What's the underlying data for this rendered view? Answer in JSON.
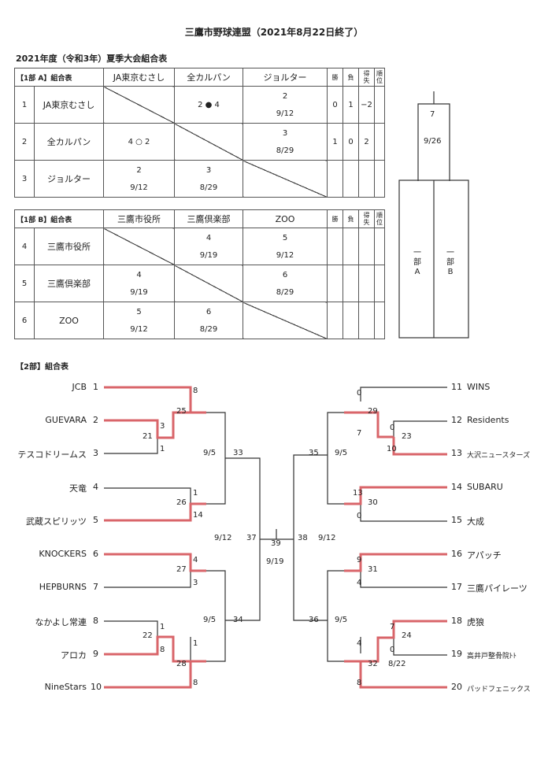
{
  "title": "三鷹市野球連盟（2021年8月22日終了）",
  "subtitle": "2021年度（令和3年）夏季大会組合表",
  "league_a": {
    "header": "【1部 A】組合表",
    "columns": [
      "JA東京むさし",
      "全カルパン",
      "ジョルター"
    ],
    "stat_headers": [
      "勝",
      "負",
      "得失",
      "順位"
    ],
    "rows": [
      {
        "no": "1",
        "team": "JA東京むさし",
        "cells": [
          null,
          "2 ● 4",
          "2|9/12"
        ],
        "win": "0",
        "loss": "1",
        "diff": "−2",
        "rank": ""
      },
      {
        "no": "2",
        "team": "全カルパン",
        "cells": [
          "4 ○ 2",
          null,
          "3|8/29"
        ],
        "win": "1",
        "loss": "0",
        "diff": "2",
        "rank": ""
      },
      {
        "no": "3",
        "team": "ジョルター",
        "cells": [
          "2|9/12",
          "3|8/29",
          null
        ],
        "win": "",
        "loss": "",
        "diff": "",
        "rank": ""
      }
    ]
  },
  "league_b": {
    "header": "【1部 B】組合表",
    "columns": [
      "三鷹市役所",
      "三鷹倶楽部",
      "ZOO"
    ],
    "stat_headers": [
      "勝",
      "負",
      "得失",
      "順位"
    ],
    "rows": [
      {
        "no": "4",
        "team": "三鷹市役所",
        "cells": [
          null,
          "4|9/19",
          "5|9/12"
        ],
        "win": "",
        "loss": "",
        "diff": "",
        "rank": ""
      },
      {
        "no": "5",
        "team": "三鷹倶楽部",
        "cells": [
          "4|9/19",
          null,
          "6|8/29"
        ],
        "win": "",
        "loss": "",
        "diff": "",
        "rank": ""
      },
      {
        "no": "6",
        "team": "ZOO",
        "cells": [
          "5|9/12",
          "6|8/29",
          null
        ],
        "win": "",
        "loss": "",
        "diff": "",
        "rank": ""
      }
    ]
  },
  "div1_final": {
    "game": "7",
    "date": "9/26",
    "left_label": [
      "一",
      "部",
      "A"
    ],
    "right_label": [
      "一",
      "部",
      "B"
    ]
  },
  "div2": {
    "header": "【2部】組合表",
    "left_teams": [
      {
        "name": "JCB",
        "seed": "1"
      },
      {
        "name": "GUEVARA",
        "seed": "2"
      },
      {
        "name": "テスコドリームス",
        "seed": "3"
      },
      {
        "name": "天竜",
        "seed": "4"
      },
      {
        "name": "武蔵スピリッツ",
        "seed": "5"
      },
      {
        "name": "KNOCKERS",
        "seed": "6"
      },
      {
        "name": "HEPBURNS",
        "seed": "7"
      },
      {
        "name": "なかよし常連",
        "seed": "8"
      },
      {
        "name": "アロカ",
        "seed": "9"
      },
      {
        "name": "NineStars",
        "seed": "10"
      }
    ],
    "right_teams": [
      {
        "name": "WINS",
        "seed": "11"
      },
      {
        "name": "Residents",
        "seed": "12"
      },
      {
        "name": "大沢ニュースターズ",
        "seed": "13"
      },
      {
        "name": "SUBARU",
        "seed": "14"
      },
      {
        "name": "大成",
        "seed": "15"
      },
      {
        "name": "アパッチ",
        "seed": "16"
      },
      {
        "name": "三鷹パイレーツ",
        "seed": "17"
      },
      {
        "name": "虎狼",
        "seed": "18"
      },
      {
        "name": "高井戸整骨院ﾄﾄ",
        "seed": "19"
      },
      {
        "name": "パッドフェニックス",
        "seed": "20"
      }
    ],
    "games": {
      "g21": "21",
      "g22": "22",
      "g23": "23",
      "g24": "24",
      "g25": "25",
      "g26": "26",
      "g27": "27",
      "g28": "28",
      "g29": "29",
      "g30": "30",
      "g31": "31",
      "g32": "32",
      "g33": "33",
      "g34": "34",
      "g35": "35",
      "g36": "36",
      "g37": "37",
      "g38": "38",
      "g39": "39"
    },
    "scores": {
      "s1": "8",
      "s21": "3",
      "s3": "1",
      "s4": "1",
      "s5": "14",
      "s6": "4",
      "s7": "3",
      "s8": "1",
      "s9": "8",
      "s22": "1",
      "s10": "8",
      "s11": "0",
      "s12": "0",
      "s13": "10",
      "s23": "7",
      "s14": "13",
      "s15": "0",
      "s16": "9",
      "s17": "4",
      "s18": "7",
      "s19": "0",
      "s24": "4",
      "s20": "8"
    },
    "dates": {
      "d33": "9/5",
      "d34": "9/5",
      "d35": "9/5",
      "d36": "9/5",
      "d37": "9/12",
      "d38": "9/12",
      "d39": "9/19",
      "d24": "8/22"
    }
  },
  "colors": {
    "win_line": "#d9656a",
    "line": "#333333"
  }
}
